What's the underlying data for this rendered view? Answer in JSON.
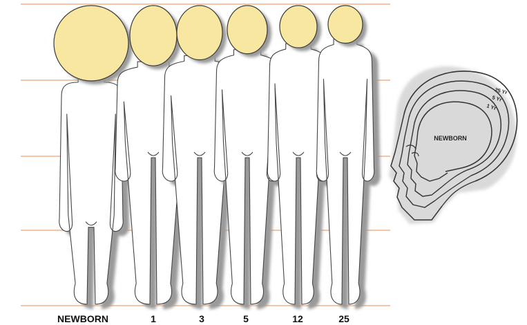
{
  "figures": [
    {
      "label": "NEWBORN",
      "head_fraction": 0.25
    },
    {
      "label": "1",
      "head_fraction": 0.2
    },
    {
      "label": "3",
      "head_fraction": 0.18
    },
    {
      "label": "5",
      "head_fraction": 0.16
    },
    {
      "label": "12",
      "head_fraction": 0.14
    },
    {
      "label": "25",
      "head_fraction": 0.125
    }
  ],
  "skull": {
    "newborn_label": "NEWBORN",
    "age_labels": [
      "25 Yr",
      "5 Yr",
      "1 Yr"
    ]
  },
  "colors": {
    "head": "#f7e7a0",
    "head_stroke": "#3a3a3a",
    "body": "#ffffff",
    "body_stroke": "#444444",
    "shadow": "#9a9a9a",
    "guide_line": "#f0b48a",
    "text": "#111111"
  }
}
